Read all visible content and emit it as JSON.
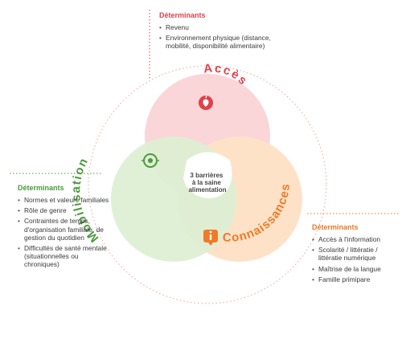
{
  "center": {
    "label": "3 barrières\nà la saine\nalimentation"
  },
  "circles": {
    "acces": {
      "label": "Accès",
      "color": "#e0414b",
      "fill": "#fad6d8",
      "icon": "apple-icon"
    },
    "connaissances": {
      "label": "Connaissances",
      "color": "#f07a27",
      "fill": "#fde2c8",
      "icon": "info-icon"
    },
    "mobilisation": {
      "label": "Mobilisation",
      "color": "#4a9a3d",
      "fill": "#dcefd2",
      "icon": "target-icon"
    }
  },
  "panels": {
    "acces": {
      "title": "Déterminants",
      "items": [
        "Revenu",
        "Environnement physique (distance, mobilité, disponibilité alimentaire)"
      ]
    },
    "mobilisation": {
      "title": "Déterminants",
      "items": [
        "Normes et valeurs familiales",
        "Rôle de genre",
        "Contraintes de temps, d'organisation familiale, de gestion du quotidien",
        "Difficultés de santé mentale (situationnelles ou chroniques)"
      ]
    },
    "connaissances": {
      "title": "Déterminants",
      "items": [
        "Accès à l'information",
        "Scolarité / littératie / littératie numérique",
        "Maîtrise de la langue",
        "Famille primipare"
      ]
    }
  }
}
